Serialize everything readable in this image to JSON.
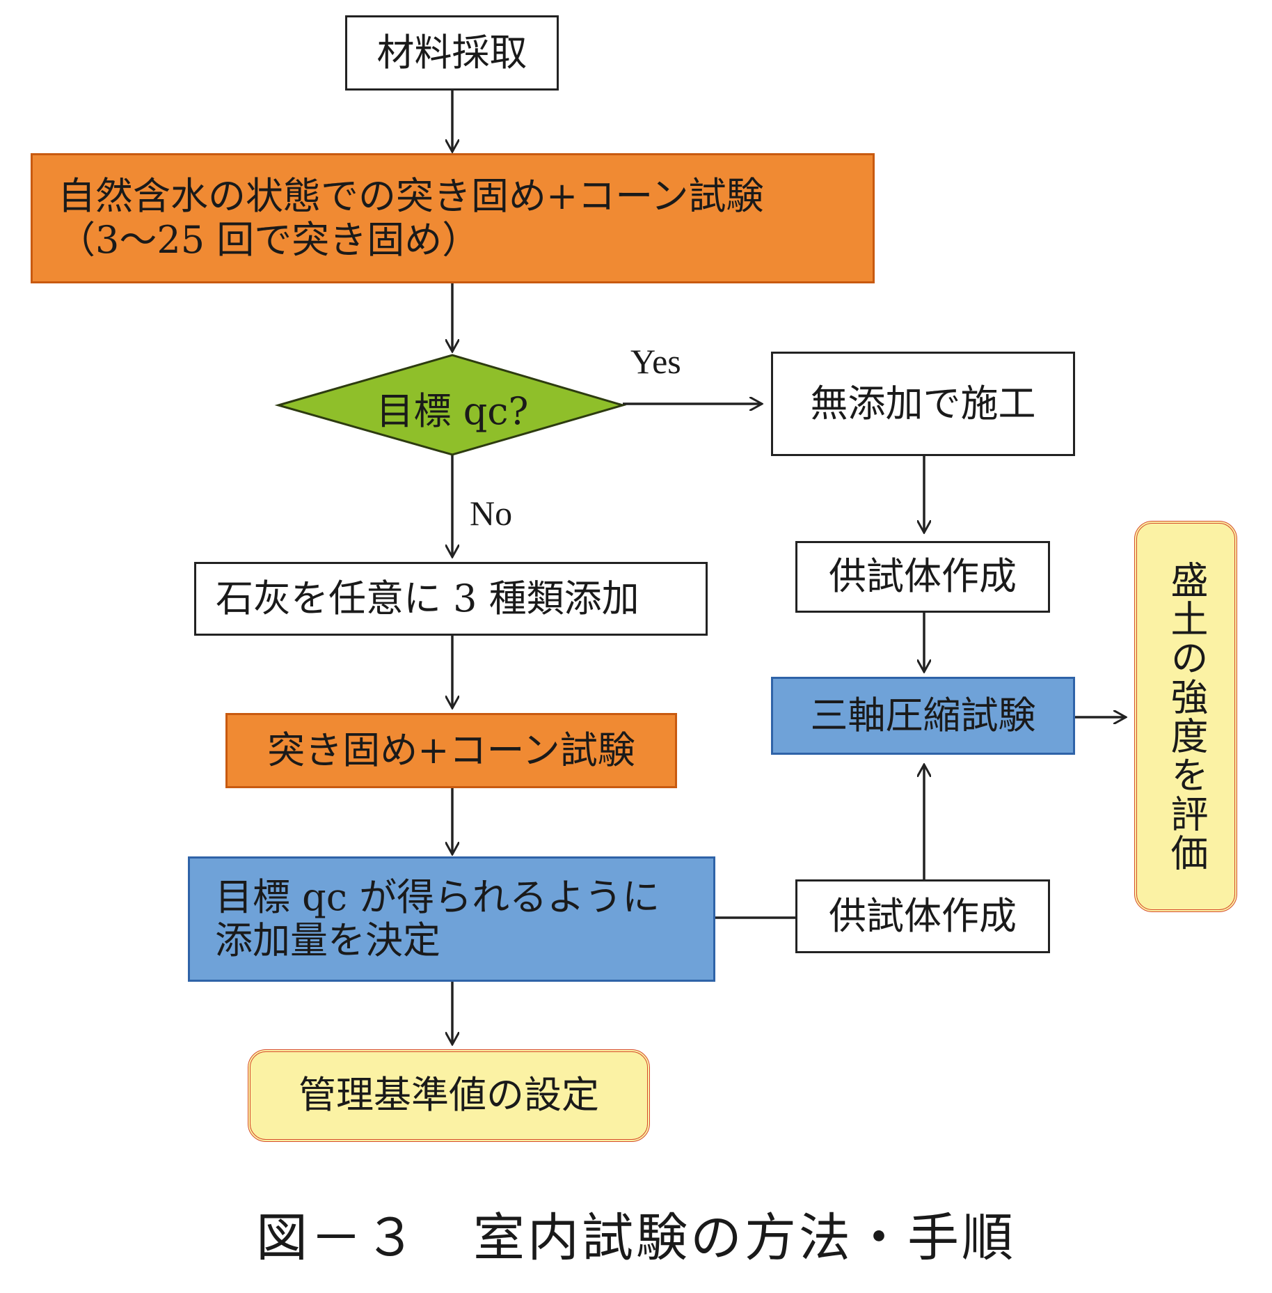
{
  "nodes": {
    "material_sampling": "材料採取",
    "natural_compaction_line1": "自然含水の状態での突き固め+コーン試験",
    "natural_compaction_line2": "（3～25 回で突き固め）",
    "target_qc_decision": "目標 qc?",
    "no_additive_construction": "無添加で施工",
    "specimen_prep_upper": "供試体作成",
    "add_lime": "石灰を任意に 3 種類添加",
    "compaction_cone_test": "突き固め+コーン試験",
    "triaxial_test": "三軸圧縮試験",
    "evaluate_strength": "盛土の強度を評価",
    "determine_amount_line1": "目標 qc が得られるように",
    "determine_amount_line2": "添加量を決定",
    "specimen_prep_lower": "供試体作成",
    "set_management_standard": "管理基準値の設定"
  },
  "edge_labels": {
    "yes": "Yes",
    "no": "No"
  },
  "caption": "図－３　室内試験の方法・手順",
  "colors": {
    "orange": "#f08a33",
    "green": "#8fbf2a",
    "blue": "#6fa2d8",
    "yellow": "#fbf2a4",
    "red_border": "#d64b2a"
  }
}
